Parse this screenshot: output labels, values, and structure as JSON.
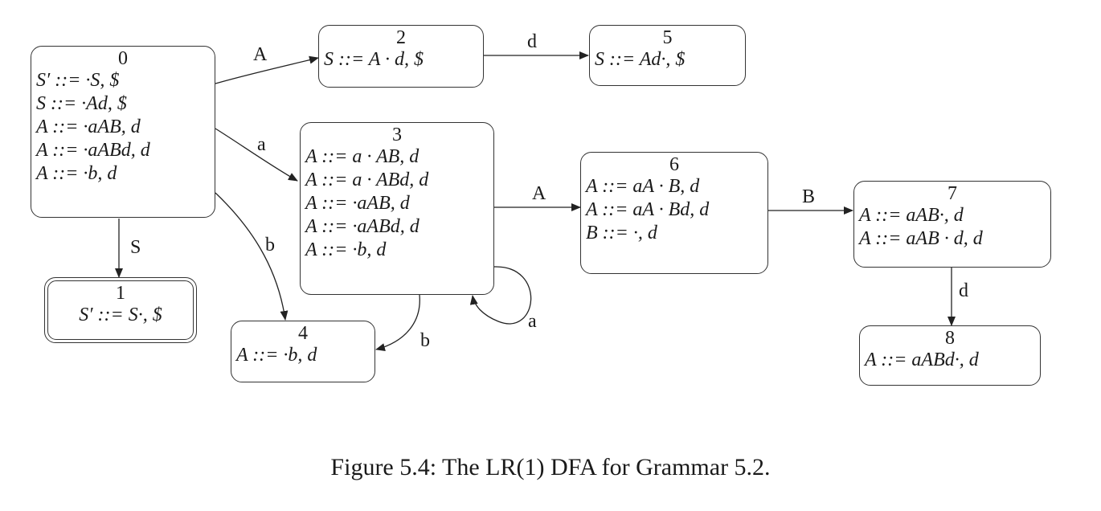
{
  "states": [
    {
      "id": "0",
      "accept": false,
      "items": [
        "S′ ::= ·S, $",
        "S ::= ·Ad, $",
        "A ::= ·aAB, d",
        "A ::= ·aABd, d",
        "A ::= ·b, d"
      ]
    },
    {
      "id": "1",
      "accept": true,
      "items": [
        "S′ ::= S·, $"
      ]
    },
    {
      "id": "2",
      "accept": false,
      "items": [
        "S ::= A · d, $"
      ]
    },
    {
      "id": "3",
      "accept": false,
      "items": [
        "A ::= a · AB, d",
        "A ::= a · ABd, d",
        "A ::= ·aAB, d",
        "A ::= ·aABd, d",
        "A ::= ·b, d"
      ]
    },
    {
      "id": "4",
      "accept": false,
      "items": [
        "A ::= ·b, d"
      ]
    },
    {
      "id": "5",
      "accept": false,
      "items": [
        "S ::= Ad·, $"
      ]
    },
    {
      "id": "6",
      "accept": false,
      "items": [
        "A ::= aA · B, d",
        "A ::= aA · Bd, d",
        "B ::= ·, d"
      ]
    },
    {
      "id": "7",
      "accept": false,
      "items": [
        "A ::= aAB·, d",
        "A ::= aAB · d, d"
      ]
    },
    {
      "id": "8",
      "accept": false,
      "items": [
        "A ::= aABd·, d"
      ]
    }
  ],
  "edges": [
    {
      "from": "0",
      "to": "2",
      "label": "A"
    },
    {
      "from": "0",
      "to": "3",
      "label": "a"
    },
    {
      "from": "0",
      "to": "1",
      "label": "S"
    },
    {
      "from": "0",
      "to": "4",
      "label": "b"
    },
    {
      "from": "2",
      "to": "5",
      "label": "d"
    },
    {
      "from": "3",
      "to": "6",
      "label": "A"
    },
    {
      "from": "3",
      "to": "3",
      "label": "a"
    },
    {
      "from": "3",
      "to": "4",
      "label": "b"
    },
    {
      "from": "6",
      "to": "7",
      "label": "B"
    },
    {
      "from": "7",
      "to": "8",
      "label": "d"
    }
  ],
  "caption": "Figure 5.4: The LR(1) DFA for Grammar 5.2."
}
